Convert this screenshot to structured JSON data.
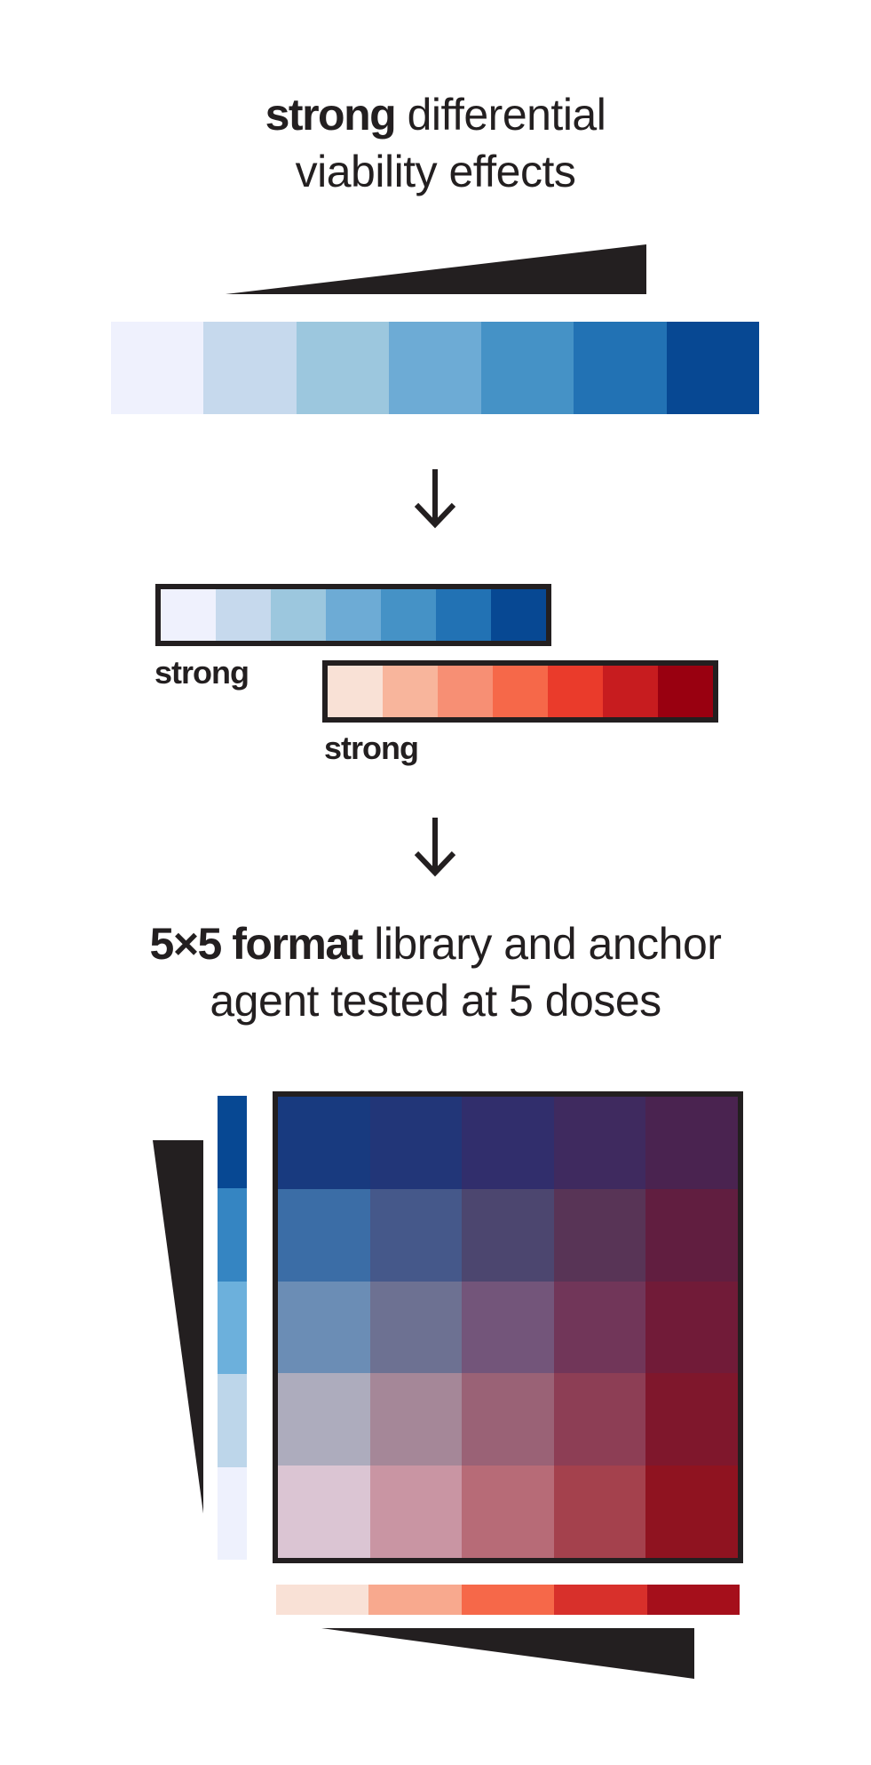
{
  "top_title": {
    "bold": "strong",
    "rest_line1": " differential",
    "line2": "viability effects"
  },
  "bottom_title": {
    "bold": "5×5 format",
    "rest_line1": " library and anchor",
    "line2": "agent tested at 5 doses"
  },
  "label_blue": "strong",
  "label_red": "strong",
  "blue_scale": [
    "#eff1fd",
    "#c6d9ed",
    "#9cc7de",
    "#6dabd5",
    "#4592c6",
    "#2272b4",
    "#074893"
  ],
  "blue_strip": [
    "#eff1fd",
    "#c6d9ed",
    "#9cc7de",
    "#6dabd5",
    "#4592c6",
    "#2272b4",
    "#074893"
  ],
  "red_strip": [
    "#f9e1d6",
    "#f8b59c",
    "#f78f74",
    "#f66849",
    "#ea3b2b",
    "#c71c1f",
    "#990010"
  ],
  "left_column": [
    "#074893",
    "#3585c2",
    "#6cb0dc",
    "#bdd6ea",
    "#eef1fd"
  ],
  "bottom_row": [
    "#f9e1d6",
    "#f8a98e",
    "#f66849",
    "#d8302b",
    "#a50f1b"
  ],
  "matrix": [
    [
      "#183a7f",
      "#223678",
      "#312e6c",
      "#3f2a5f",
      "#4a2350"
    ],
    [
      "#3b6da6",
      "#45588a",
      "#4c466f",
      "#583456",
      "#611e40"
    ],
    [
      "#6b8db5",
      "#6d7192",
      "#73557a",
      "#713659",
      "#711b38"
    ],
    [
      "#adacbd",
      "#a58798",
      "#9a6276",
      "#8d3e55",
      "#7f172c"
    ],
    [
      "#dbc5d3",
      "#c995a3",
      "#b76b77",
      "#a4414d",
      "#8f1320"
    ]
  ]
}
